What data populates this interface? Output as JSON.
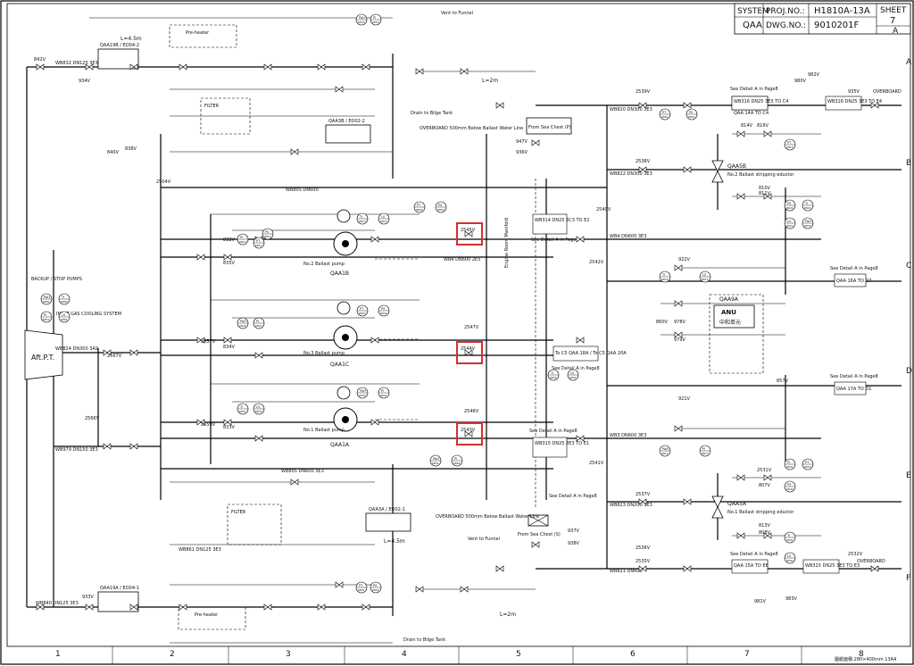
{
  "title_block": {
    "system_label": "SYSTEM",
    "system_value": "QAA",
    "proj_label": "PROJ.NO.:",
    "proj_value": "H1810A-13A",
    "dwg_label": "DWG.NO.:",
    "dwg_value": "9010201F",
    "sheet_label": "SHEET",
    "sheet_value": "7",
    "rev_value": "A"
  },
  "grid_columns": [
    "1",
    "2",
    "3",
    "4",
    "5",
    "6",
    "7",
    "8"
  ],
  "grid_rows": [
    "A",
    "B",
    "C",
    "D",
    "E",
    "F"
  ],
  "footer_note": "圖紙面積:280×400mm 13A4",
  "equipment": {
    "aft_pt": "Aft.P.T.",
    "anu_title": "QAA9A",
    "anu_name": "ANU",
    "anu_sub": "中和单元",
    "pump_b": "QAA1B",
    "pump_c": "QAA1C",
    "pump_a": "QAA1A",
    "pump_b_caption": "No.2 Ballast pump",
    "pump_c_caption": "No.3 Ballast pump",
    "pump_a_caption": "No.1 Ballast pump",
    "eductor_b": "QAA5B",
    "eductor_b_caption": "No.2 Ballast stripping eductor",
    "eductor_a": "QAA5A",
    "eductor_a_caption": "No.1 Ballast stripping eductor",
    "filter_top": "FILTER",
    "filter_bottom": "FILTER",
    "eo02_top": "QAA3B / EO02-2",
    "eo02_bottom": "QAA3A / EO02-1",
    "eo04_top": "QAA19B / EO04-2",
    "eo04_bottom": "QAA19A / EO04-1",
    "preheater_top": "Pre-heater",
    "preheater_bottom": "Pre-heater"
  },
  "labels": {
    "drain_top": "Drain to Bilge Tank",
    "drain_bottom": "Drain to Bilge Tank",
    "vent_top": "Vent to Funnel",
    "vent_bottom": "Vent to Funnel",
    "seachest_p": "From Sea Chest (P)",
    "seachest_s": "From Sea Chest (S)",
    "overboard_top": "OVERBOARD",
    "overboard_bottom": "OVERBOARD",
    "engine_room_mark": "Engine Room Manifold",
    "bwts_note_top": "OVERBOARD 500mm Below Ballast Water Line",
    "bwts_note_bottom": "OVERBOARD 500mm Below Ballast Water Line",
    "inert_gas": "INERT GAS COOLING SYSTEM",
    "backup_pumps": "BACKUP / STOP PUMPS",
    "l4_5m_top": "L=4.5m",
    "l2m_top": "L=2m",
    "l45_mid": "L=4.5m",
    "l2m_bottom": "L=2m"
  },
  "details": [
    {
      "text": "See Detail A in Page8"
    },
    {
      "text": "See Detail A in Page8"
    },
    {
      "text": "See Detail A in Page8"
    },
    {
      "text": "See Detail A in Page8"
    },
    {
      "text": "See Detail A in Page8"
    },
    {
      "text": "See Detail A in Page8"
    },
    {
      "text": "See Detail A in Page8"
    },
    {
      "text": "See Detail A in Page8"
    }
  ],
  "offpage": {
    "to_c4": "WB316 DN25 3E3 TO C4",
    "to_e4": "WB316 DN25 3E3 TO E4",
    "to_e2": "WB314 DN25 3C3 TO E2",
    "to_e1": "WB315 DN25 3E3 TO E1",
    "to_e3": "WB315 DN25 3E3 TO E3",
    "to_c5": "To C5 QAA 18A / To C5 QAA 20A",
    "qaa16a": "QAA 16A TO D7",
    "qaa17a": "QAA 17A TO D1",
    "qaa15a": "QAA 15A TO E8",
    "qaa14a": "QAA 14A TO C4"
  },
  "valves_highlighted": [
    {
      "tag": "2545V"
    },
    {
      "tag": "2544V"
    },
    {
      "tag": "2543V"
    }
  ],
  "lines": {
    "main_top": "WB805 DN600",
    "wb94": "WB4 DN600 3E3",
    "wb84": "WB4 DN600 2E5",
    "wb805": "WB805 DN600 3E3",
    "wb83": "WB3 DN600 3E3",
    "wb821": "WB821 DN600",
    "wb820": "WB820 DN300 3E3",
    "wb822": "WB822 DN300 3E3",
    "wb823": "WB823 DN200 3E3",
    "wb824": "WB824 DN300 3A9",
    "wb979": "WB979 DN150 3E3",
    "wb832": "WB832 DN125 3E3",
    "wb861": "WB861 DN125 3E3",
    "wb840": "WB840 DN125 3E3"
  },
  "tags_left": [
    "842V",
    "934V",
    "840V",
    "838V",
    "933V",
    "2567V",
    "2566V",
    "2504V",
    "2559V",
    "2557V",
    "835V",
    "834V",
    "833V",
    "832V"
  ],
  "tags_center": [
    "2547V",
    "2546V",
    "2545V",
    "2544V",
    "2543V",
    "2542V",
    "2541V",
    "2540V",
    "2539V",
    "2538V",
    "2537V",
    "2536V",
    "2535V"
  ],
  "tags_right": [
    "980V",
    "982V",
    "981V",
    "983V",
    "922V",
    "921V",
    "978V",
    "979V",
    "860V",
    "857V",
    "814V",
    "816V",
    "810V",
    "811V",
    "813V",
    "808V",
    "807V",
    "2531V",
    "2532V",
    "935V",
    "937V",
    "938V",
    "936V",
    "947V"
  ],
  "instrument_tags": [
    "PI",
    "PT",
    "PS",
    "TI",
    "LS",
    "PAH"
  ],
  "instrument_codes": [
    "6810",
    "6811",
    "6812",
    "6813",
    "6815",
    "6820",
    "6821",
    "6823",
    "6830",
    "6831",
    "6833",
    "6840",
    "6841",
    "6842",
    "6843",
    "6850",
    "6851",
    "6852",
    "6860",
    "6861",
    "6862"
  ]
}
